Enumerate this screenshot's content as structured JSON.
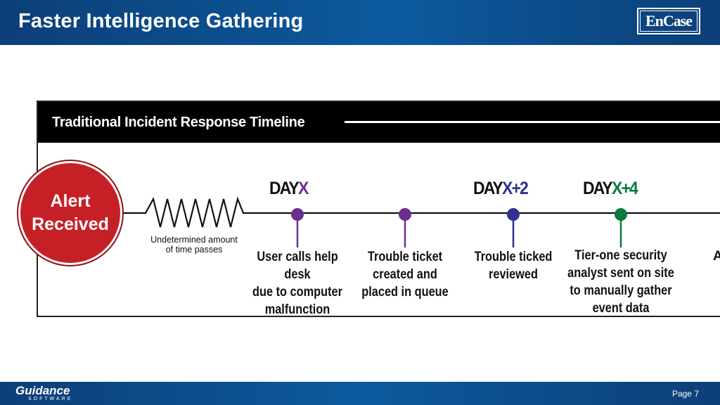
{
  "header": {
    "title": "Faster Intelligence Gathering",
    "logo_text": "EnCase"
  },
  "panel": {
    "title": "Traditional Incident Response Timeline"
  },
  "alert": {
    "line1": "Alert",
    "line2": "Received"
  },
  "gap_note": {
    "line1": "Undetermined amount",
    "line2": "of time passes"
  },
  "days": [
    {
      "prefix": "DAY",
      "suffix": "X",
      "color": "#6b2f8f"
    },
    {
      "prefix": "DAY",
      "suffix": "X+2",
      "color": "#2e3192"
    },
    {
      "prefix": "DAY",
      "suffix": "X+4",
      "color": "#0b7a3e"
    }
  ],
  "events": [
    {
      "lines": [
        "User calls help desk",
        "due to computer",
        "malfunction"
      ],
      "color": "#6b2f8f"
    },
    {
      "lines": [
        "Trouble ticket",
        "created and",
        "placed in queue"
      ],
      "color": "#6b2f8f"
    },
    {
      "lines": [
        "Trouble ticked",
        "reviewed"
      ],
      "color": "#2e3192"
    },
    {
      "lines": [
        "Tier-one security",
        "analyst sent on site",
        "to manually gather",
        "event data"
      ],
      "color": "#0b7a3e"
    }
  ],
  "cut_text": "A",
  "footer": {
    "company": "Guidance",
    "company_sub": "SOFTWARE",
    "page": "Page 7"
  }
}
